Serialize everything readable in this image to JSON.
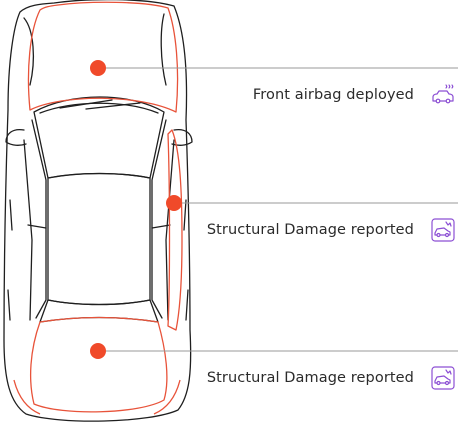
{
  "events": [
    {
      "label": "Front airbag deployed",
      "icon": "airbag-icon",
      "zone": "front"
    },
    {
      "label": "Structural Damage reported",
      "icon": "structural-damage-icon",
      "zone": "side"
    },
    {
      "label": "Structural Damage reported",
      "icon": "structural-damage-icon",
      "zone": "rear"
    }
  ],
  "colors": {
    "damage_outline": "#e8533a",
    "damage_marker": "#f04a2a",
    "car_outline": "#1f1f1f",
    "leader_line": "#9a9a9a",
    "icon": "#8c4fd4",
    "text": "#2b2b2b"
  }
}
